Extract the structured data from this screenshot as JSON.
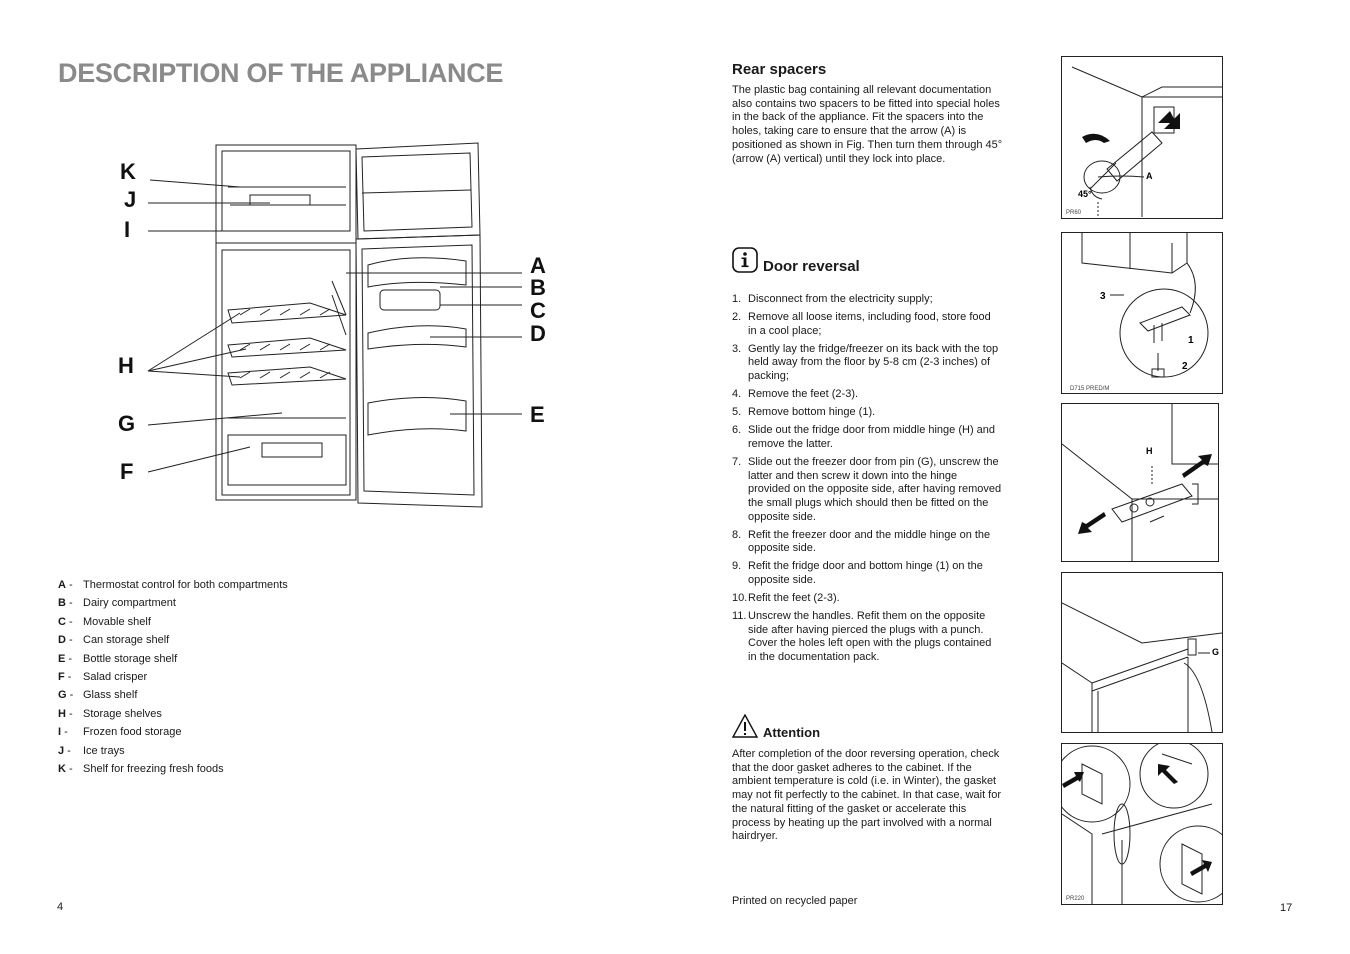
{
  "left_page": {
    "title": "DESCRIPTION OF THE APPLIANCE",
    "callouts": [
      "K",
      "J",
      "I",
      "H",
      "G",
      "F",
      "A",
      "B",
      "C",
      "D",
      "E"
    ],
    "legend": [
      {
        "key": "A",
        "text": "Thermostat control for both compartments"
      },
      {
        "key": "B",
        "text": "Dairy compartment"
      },
      {
        "key": "C",
        "text": "Movable shelf"
      },
      {
        "key": "D",
        "text": "Can storage shelf"
      },
      {
        "key": "E",
        "text": "Bottle storage shelf"
      },
      {
        "key": "F",
        "text": "Salad crisper"
      },
      {
        "key": "G",
        "text": "Glass shelf"
      },
      {
        "key": "H",
        "text": "Storage shelves"
      },
      {
        "key": "I",
        "text": "Frozen food storage"
      },
      {
        "key": "J",
        "text": "Ice trays"
      },
      {
        "key": "K",
        "text": "Shelf for freezing fresh foods"
      }
    ],
    "page_number": "4"
  },
  "right_page": {
    "rear_spacers": {
      "heading": "Rear spacers",
      "body": "The plastic bag containing all relevant documentation also contains two spacers to be fitted into special holes in the back of the appliance. Fit the spacers into the holes, taking care to ensure that the arrow (A) is positioned as shown in Fig. Then turn them through 45° (arrow (A) vertical) until they lock into place."
    },
    "door_reversal": {
      "heading": "Door reversal",
      "steps": [
        {
          "n": "1.",
          "text": "Disconnect from the electricity supply;"
        },
        {
          "n": "2.",
          "text": "Remove all loose items, including food, store food in a cool place;"
        },
        {
          "n": "3.",
          "text": "Gently lay the fridge/freezer on its back with the top held away from the floor by 5-8 cm (2-3 inches) of packing;"
        },
        {
          "n": "4.",
          "text": "Remove the feet (2-3)."
        },
        {
          "n": "5.",
          "text": "Remove bottom hinge (1)."
        },
        {
          "n": "6.",
          "text": "Slide out the fridge door from middle hinge (H) and remove the latter."
        },
        {
          "n": "7.",
          "text": "Slide out the freezer door from pin (G), unscrew the latter and then screw it down into the hinge provided on the opposite side, after having removed the small plugs which should then be fitted on the opposite side."
        },
        {
          "n": "8.",
          "text": "Refit the freezer door and the middle hinge on the opposite side."
        },
        {
          "n": "9.",
          "text": "Refit the fridge door and bottom hinge (1) on the opposite side."
        },
        {
          "n": "10.",
          "text": "Refit the feet (2-3)."
        },
        {
          "n": "11.",
          "text": "Unscrew the handles. Refit them on the opposite side after having pierced the plugs with a punch. Cover the holes left open with the plugs contained in the documentation pack."
        }
      ]
    },
    "attention": {
      "heading": "Attention",
      "body": "After completion of the door reversing operation, check that the door gasket adheres to the cabinet. If the ambient temperature is cold (i.e. in Winter), the gasket may not fit perfectly to the cabinet. In that case, wait for the natural fitting of the gasket or accelerate this process by heating up the part involved with a normal hairdryer."
    },
    "footer_note": "Printed on recycled paper",
    "page_number": "17",
    "figures": {
      "fig1": {
        "code": "PR60",
        "label_a": "A",
        "angle": "45°"
      },
      "fig2": {
        "code": "D715 PRED/M",
        "label_3": "3",
        "label_1": "1",
        "label_2": "2"
      },
      "fig3": {
        "label_h": "H"
      },
      "fig4": {
        "label_g": "G"
      },
      "fig5": {
        "code": "PR220"
      }
    }
  },
  "icons": {
    "info": "info-icon",
    "warning": "warning-triangle-icon"
  }
}
